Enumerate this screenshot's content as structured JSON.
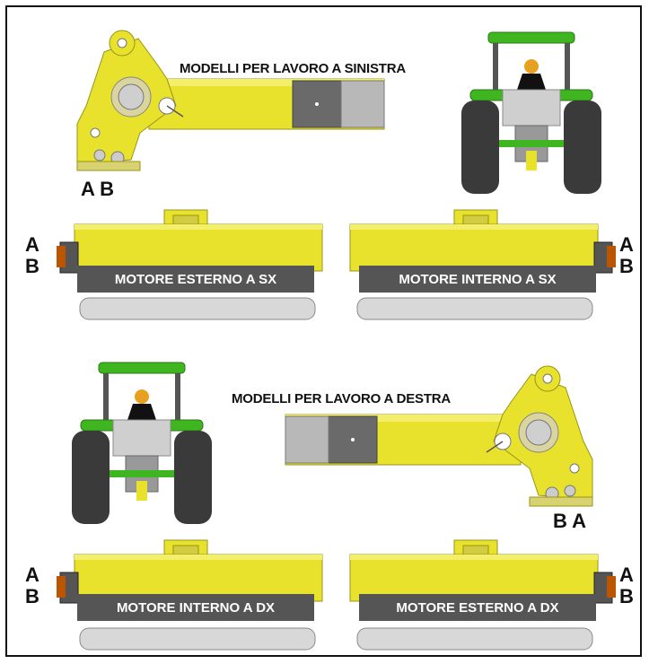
{
  "headings": {
    "left_work": "MODELLI PER LAVORO A SINISTRA",
    "right_work": "MODELLI PER LAVORO A DESTRA"
  },
  "letters": {
    "a": "A",
    "b": "B",
    "ab": "A B",
    "ba": "B A"
  },
  "mowers": {
    "left_external": "MOTORE ESTERNO A SX",
    "left_internal": "MOTORE INTERNO A SX",
    "right_internal": "MOTORE INTERNO A DX",
    "right_external": "MOTORE ESTERNO A DX"
  },
  "colors": {
    "yellow": "#e8e22c",
    "yellow_dark": "#b9b31c",
    "green": "#3fb51f",
    "grey_panel": "#555555",
    "tire": "#3a3a3a"
  }
}
